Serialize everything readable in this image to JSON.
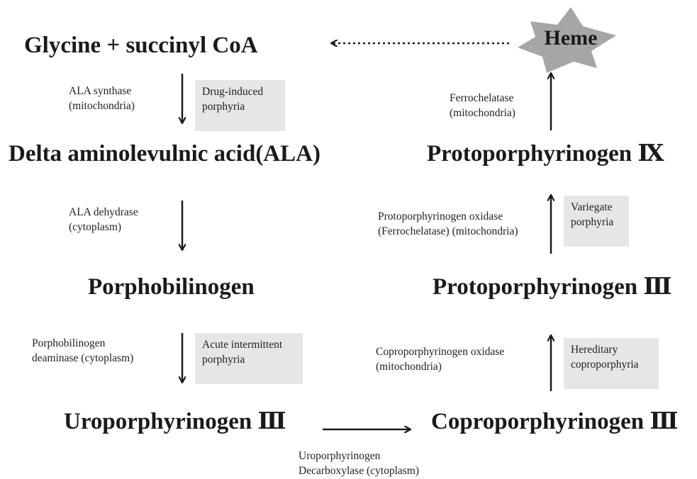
{
  "nodes": {
    "glycine": "Glycine + succinyl CoA",
    "ala": "Delta aminolevulnic acid(ALA)",
    "porphobilinogen": "Porphobilinogen",
    "uroporphyrinogen": "Uroporphyrinogen Ⅲ",
    "coproporphyrinogen": "Coproporphyrinogen Ⅲ",
    "protoporphyrinogen_iii": "Protoporphyrinogen Ⅲ",
    "protoporphyrinogen_ix": "Protoporphyrinogen Ⅸ",
    "heme": "Heme"
  },
  "enzymes": {
    "ala_synthase": [
      "ALA synthase",
      "(mitochondria)"
    ],
    "ala_dehydrase": [
      "ALA dehydrase",
      "(cytoplasm)"
    ],
    "pbg_deaminase": [
      "Porphobilinogen",
      "deaminase (cytoplasm)"
    ],
    "uro_decarboxylase": [
      "Uroporphyrinogen",
      "Decarboxylase (cytoplasm)"
    ],
    "copro_oxidase": [
      "Coproporphyrinogen oxidase",
      "(mitochondria)"
    ],
    "proto_oxidase": [
      "Protoporphyrinogen oxidase",
      "(Ferrochelatase) (mitochondria)"
    ],
    "ferrochelatase": [
      "Ferrochelatase",
      "(mitochondria)"
    ]
  },
  "diseases": {
    "drug_induced": [
      "Drug-induced",
      "porphyria"
    ],
    "acute_intermittent": [
      "Acute intermittent",
      "porphyria"
    ],
    "hereditary_copro": [
      "Hereditary",
      "coproporphyria"
    ],
    "variegate": [
      "Variegate",
      "porphyria"
    ]
  },
  "colors": {
    "text": "#1a1a1a",
    "box_fill": "#e6e6e6",
    "heme_star": "#a6a6a6"
  }
}
